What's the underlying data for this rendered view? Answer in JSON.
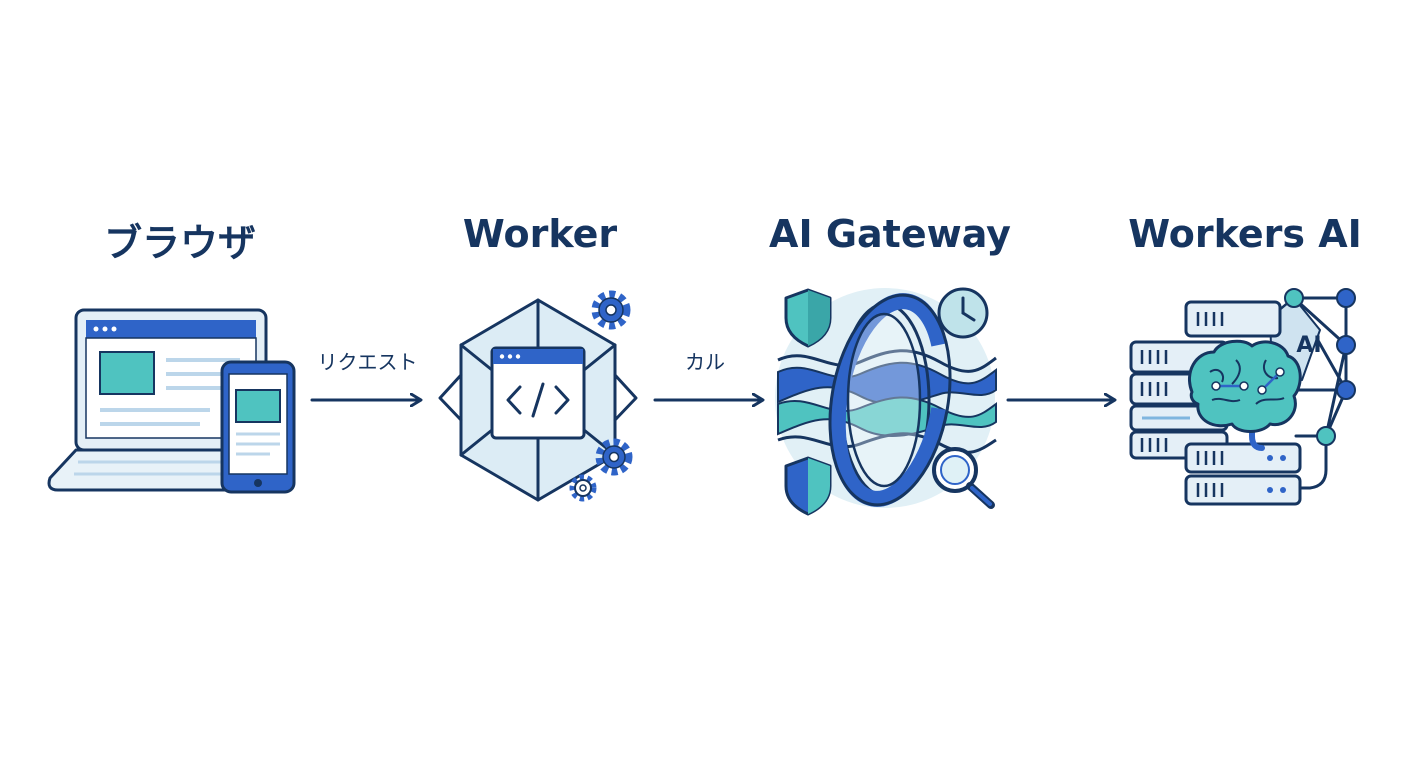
{
  "nodes": [
    {
      "id": "browser",
      "title": "ブラウザ"
    },
    {
      "id": "worker",
      "title": "Worker"
    },
    {
      "id": "gateway",
      "title": "AI Gateway"
    },
    {
      "id": "workers_ai",
      "title": "Workers AI",
      "badge": "AI"
    }
  ],
  "edges": [
    {
      "from": "browser",
      "to": "worker",
      "label": "リクエスト"
    },
    {
      "from": "worker",
      "to": "gateway",
      "label": "カル"
    },
    {
      "from": "gateway",
      "to": "workers_ai",
      "label": ""
    }
  ],
  "colors": {
    "outline": "#163560",
    "primary_blue": "#2f64c8",
    "teal": "#4fc3c0",
    "light_blue": "#dcecf5",
    "pale": "#eaf4f8"
  },
  "icons": [
    "laptop-icon",
    "smartphone-icon",
    "code-window-icon",
    "gear-icon",
    "gateway-ring-icon",
    "shield-icon",
    "clock-icon",
    "magnifier-icon",
    "server-rack-icon",
    "brain-icon",
    "network-icon"
  ]
}
